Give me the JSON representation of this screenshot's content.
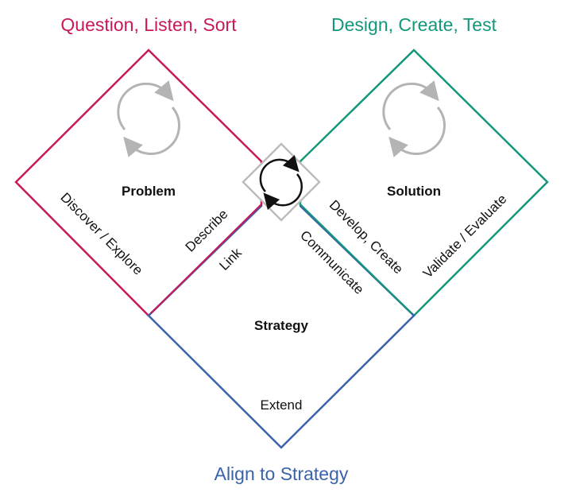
{
  "colors": {
    "problem": "#c8185a",
    "solution": "#13977a",
    "strategy": "#3a63ab",
    "cycle_icon": "#b4b4b4",
    "center_icon": "#111111",
    "text": "#111111"
  },
  "headings": {
    "problem": "Question, Listen, Sort",
    "solution": "Design, Create, Test",
    "strategy": "Align to Strategy"
  },
  "areas": {
    "problem": "Problem",
    "solution": "Solution",
    "strategy": "Strategy"
  },
  "edge_labels": {
    "discover": "Discover / Explore",
    "describe": "Describe",
    "link": "Link",
    "communicate": "Communicate",
    "develop": "Develop, Create",
    "validate": "Validate / Evaluate",
    "extend": "Extend"
  },
  "icons": {
    "problem_cycle": "refresh-cycle-icon",
    "solution_cycle": "refresh-cycle-icon",
    "center_cycle": "refresh-cycle-icon"
  }
}
